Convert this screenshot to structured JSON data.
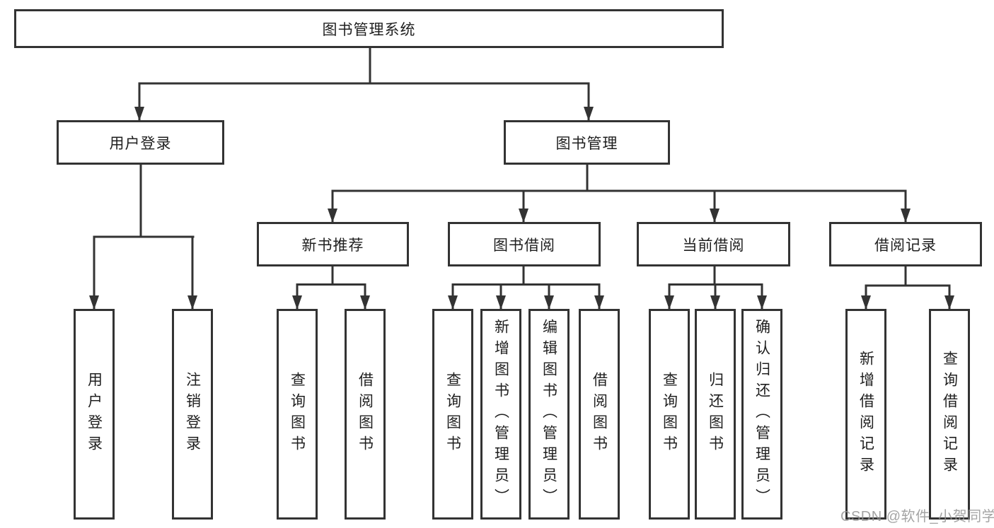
{
  "colors": {
    "line": "#333333",
    "box_border": "#333333",
    "text": "#1f1f1f",
    "background": "#ffffff",
    "watermark": "#949494"
  },
  "nodes": {
    "root": {
      "label": "图书管理系统"
    },
    "level2": [
      {
        "label": "用户登录"
      },
      {
        "label": "图书管理"
      }
    ],
    "level3": [
      {
        "label": "新书推荐",
        "parent": "图书管理"
      },
      {
        "label": "图书借阅",
        "parent": "图书管理"
      },
      {
        "label": "当前借阅",
        "parent": "图书管理"
      },
      {
        "label": "借阅记录",
        "parent": "图书管理"
      }
    ],
    "leaves": [
      {
        "label": "用户登录",
        "parent": "用户登录"
      },
      {
        "label": "注销登录",
        "parent": "用户登录"
      },
      {
        "label": "查询图书",
        "parent": "新书推荐"
      },
      {
        "label": "借阅图书",
        "parent": "新书推荐"
      },
      {
        "label": "查询图书",
        "parent": "图书借阅"
      },
      {
        "label": "新增图书（管理员）",
        "parent": "图书借阅"
      },
      {
        "label": "编辑图书（管理员）",
        "parent": "图书借阅"
      },
      {
        "label": "借阅图书",
        "parent": "图书借阅"
      },
      {
        "label": "查询图书",
        "parent": "当前借阅"
      },
      {
        "label": "归还图书",
        "parent": "当前借阅"
      },
      {
        "label": "确认归还（管理员）",
        "parent": "当前借阅"
      },
      {
        "label": "新增借阅记录",
        "parent": "借阅记录"
      },
      {
        "label": "查询借阅记录",
        "parent": "借阅记录"
      }
    ]
  },
  "watermark": {
    "text": "CSDN @软件_小贺同学"
  }
}
